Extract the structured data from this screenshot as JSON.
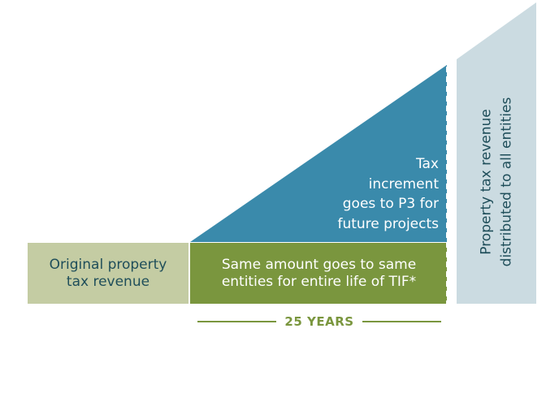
{
  "diagram": {
    "boxes": {
      "original": {
        "text": "Original property tax revenue",
        "line1": "Original property",
        "line2": "tax revenue",
        "color": "#c4cca3"
      },
      "same_amount": {
        "line1": "Same amount goes to same",
        "line2": "entities for entire life of TIF*",
        "color": "#7a963e"
      },
      "increment": {
        "line1": "Tax",
        "line2": "increment",
        "line3": "goes to P3 for",
        "line4": "future projects",
        "color": "#3a8aab"
      },
      "distributed": {
        "line1": "Property tax revenue",
        "line2": "distributed to all entities",
        "color": "#cbdbe1"
      }
    },
    "timeline": {
      "label": "25 YEARS",
      "color": "#7a963e"
    },
    "text_colors": {
      "dark": "#1f4e5a",
      "light": "#ffffff"
    }
  }
}
